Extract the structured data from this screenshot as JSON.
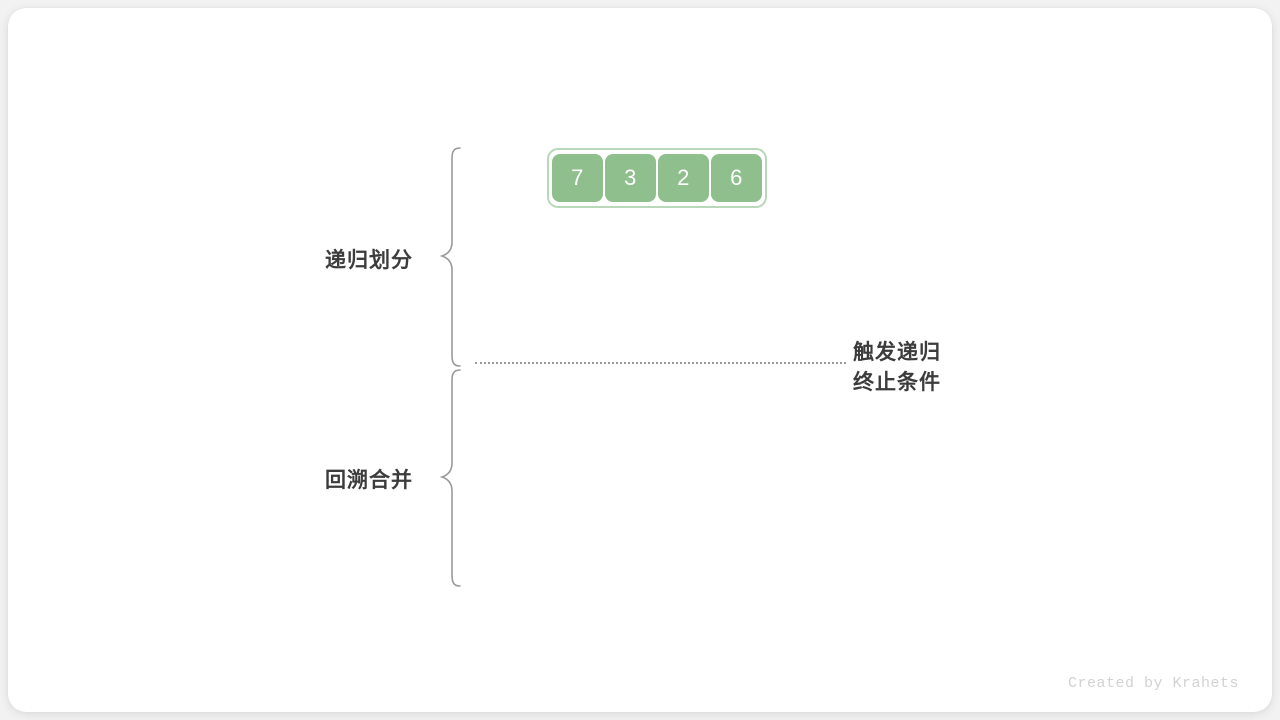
{
  "diagram": {
    "title": "merge-sort-recursion-phases",
    "colors": {
      "cell_fill": "#8fbf8c",
      "cell_text": "#ffffff",
      "array_border": "#b9d8b9",
      "brace": "#9a9a9a",
      "label_text": "#3c3c3c",
      "divider": "#9a9a9a",
      "card_background": "#ffffff",
      "page_background": "#f2f2f2",
      "footer_text": "#d2d2d2"
    },
    "array": {
      "name": "input-array",
      "values": [
        "7",
        "3",
        "2",
        "6"
      ]
    },
    "phases": [
      {
        "label": "递归划分"
      },
      {
        "label": "回溯合并"
      }
    ],
    "annotation": {
      "line1": "触发递归",
      "line2": "终止条件"
    },
    "footer": {
      "credit": "Created by Krahets"
    }
  }
}
